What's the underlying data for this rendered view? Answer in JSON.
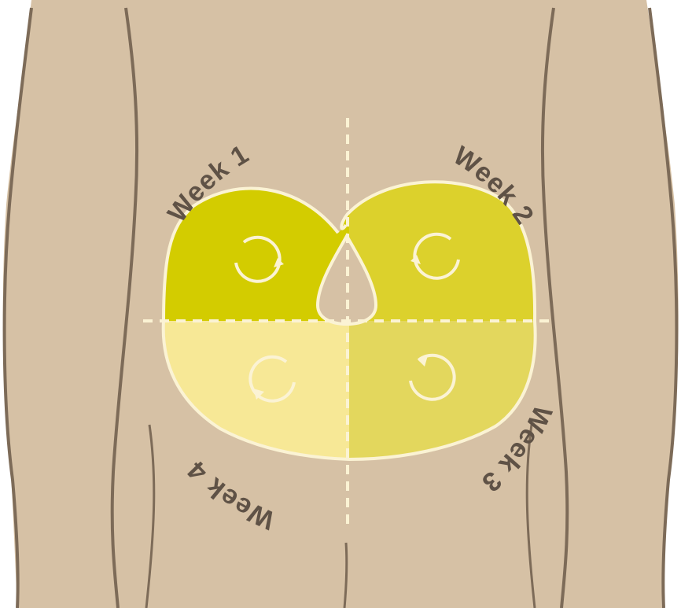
{
  "colors": {
    "background": "#ffffff",
    "skin": "#d6c1a5",
    "outline": "#7d6b58",
    "guide": "#fbf3d4",
    "label": "#5f5246",
    "week1": "#d3cc00",
    "week2": "#dcd12c",
    "week3": "#e3d75d",
    "week4": "#f7e896"
  },
  "labels": {
    "week1": "Week 1",
    "week2": "Week 2",
    "week3": "Week 3",
    "week4": "Week 4"
  },
  "icons": {
    "quadrant": "rotation-arrow-icon"
  }
}
